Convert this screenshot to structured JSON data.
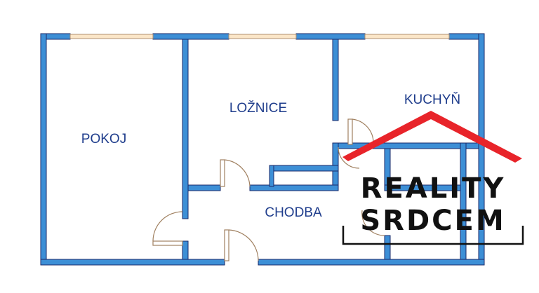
{
  "rooms": {
    "pokoj": "POKOJ",
    "loznice": "LOŽNICE",
    "kuchyn": "KUCHYŇ",
    "chodba": "CHODBA"
  },
  "logo": {
    "line1": "REALITY",
    "line2": "SRDCEM",
    "roof_color": "#e8242a"
  },
  "colors": {
    "wall": "#3d8fd6",
    "label": "#1f3d8c"
  }
}
